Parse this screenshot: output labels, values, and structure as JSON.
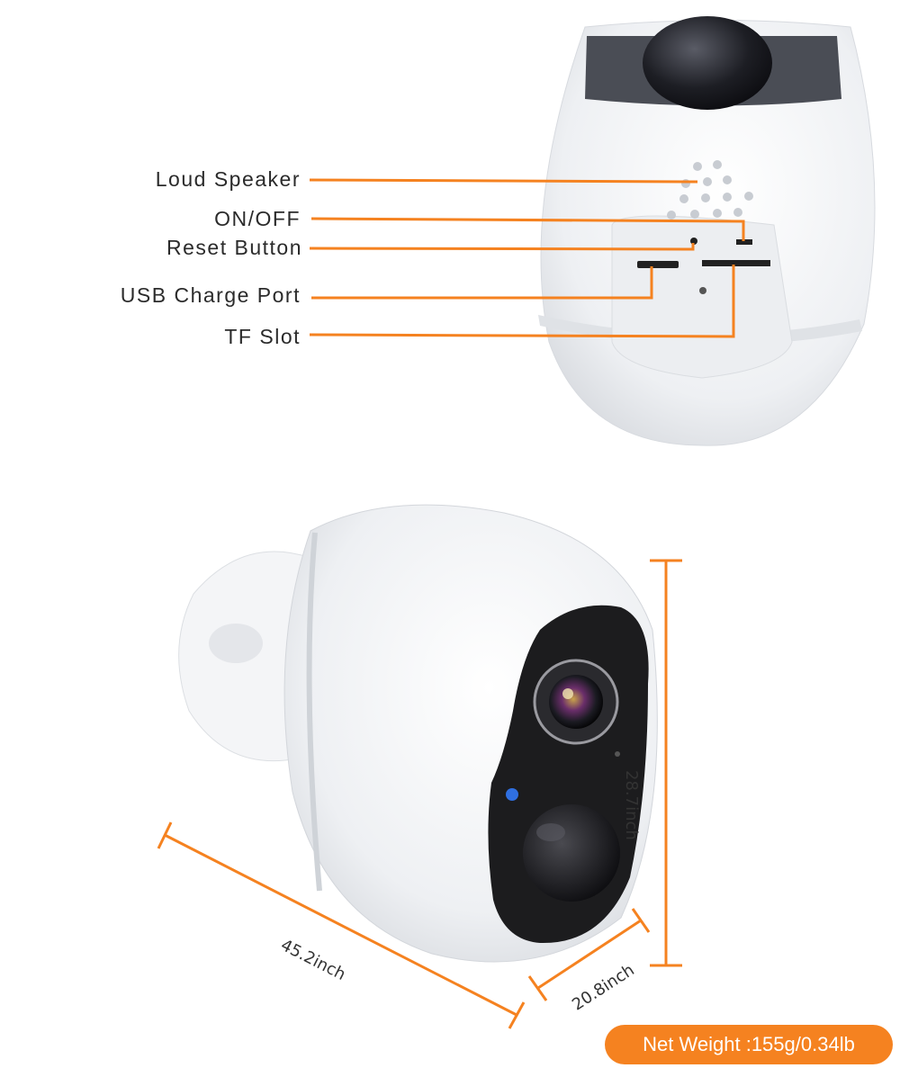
{
  "labels": {
    "loud_speaker": "Loud Speaker",
    "on_off": "ON/OFF",
    "reset_button": "Reset Button",
    "usb_charge_port": "USB Charge Port",
    "tf_slot": "TF Slot"
  },
  "dimensions": {
    "height": "28.7inch",
    "width": "45.2inch",
    "depth": "20.8inch"
  },
  "net_weight": "Net Weight :155g/0.34lb",
  "colors": {
    "accent": "#f58220",
    "body": "#f2f3f5",
    "face": "#1c1c1e",
    "led": "#2f6fe0"
  }
}
